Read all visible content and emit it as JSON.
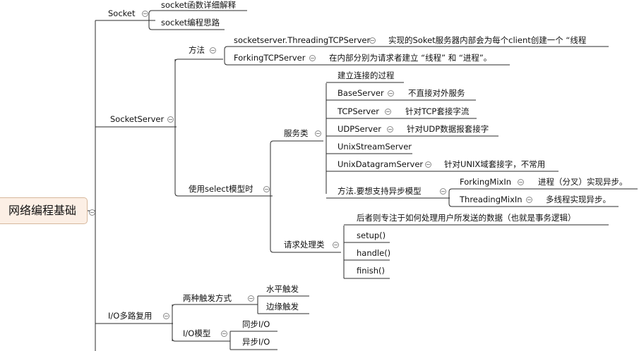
{
  "root": "网络编程基础",
  "socket": {
    "label": "Socket",
    "children": [
      "socket函数详细解释",
      "socket编程思路"
    ]
  },
  "socketserver": {
    "label": "SocketServer",
    "method": {
      "label": "方法",
      "items": [
        {
          "name": "socketserver.ThreadingTCPServer",
          "note": "实现的Soket服务器内部会为每个client创建一个 “线程"
        },
        {
          "name": "ForkingTCPServer",
          "note": "在内部分别为请求者建立 “线程” 和 “进程”。"
        }
      ]
    },
    "select": {
      "label": "使用select模型时",
      "server_class": {
        "label": "服务类",
        "intro": "建立连接的过程",
        "items": [
          {
            "name": "BaseServer",
            "note": "不直接对外服务"
          },
          {
            "name": "TCPServer",
            "note": "针对TCP套接字流"
          },
          {
            "name": "UDPServer",
            "note": "针对UDP数据报套接字"
          },
          {
            "name": "UnixStreamServer",
            "note": ""
          },
          {
            "name": "UnixDatagramServer",
            "note": "针对UNIX域套接字，不常用"
          }
        ],
        "async": {
          "label": "方法.要想支持异步模型",
          "items": [
            {
              "name": "ForkingMixIn",
              "note": "进程（分叉）实现异步。"
            },
            {
              "name": "ThreadingMixIn",
              "note": "多线程实现异步。"
            }
          ]
        }
      },
      "handler_class": {
        "label": "请求处理类",
        "intro": "后者则专注于如何处理用户所发送的数据（也就是事务逻辑）",
        "items": [
          "setup()",
          "handle()",
          "finish()"
        ]
      }
    }
  },
  "io": {
    "label": "I/O多路复用",
    "trigger": {
      "label": "两种触发方式",
      "items": [
        "水平触发",
        "边缘触发"
      ]
    },
    "model": {
      "label": "I/O模型",
      "items": [
        "同步I/O",
        "异步I/O"
      ]
    }
  },
  "colors": {
    "line": "#2b2b2b",
    "root_fill": "#fcefe5",
    "root_border": "#d7b89c"
  }
}
